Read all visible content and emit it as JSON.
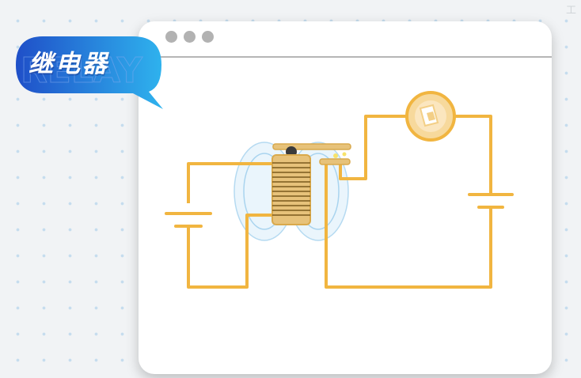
{
  "badge": {
    "title": "继电器",
    "watermark": "RELAY"
  },
  "corner_mark": "工",
  "window": {
    "control_dots": 3
  },
  "colors": {
    "wire": "#f1b540",
    "coil_body": "#e7c27a",
    "coil_winding": "#7a5a1c",
    "magnetic_field": "#a9d4ef",
    "lamp_fill": "#f7d99c",
    "badge_gradient_start": "#1f4fc8",
    "badge_gradient_end": "#2fb3ee"
  },
  "icons": [
    "window-dot-icon",
    "lamp-icon",
    "battery-icon",
    "coil-icon",
    "switch-contact-icon"
  ]
}
